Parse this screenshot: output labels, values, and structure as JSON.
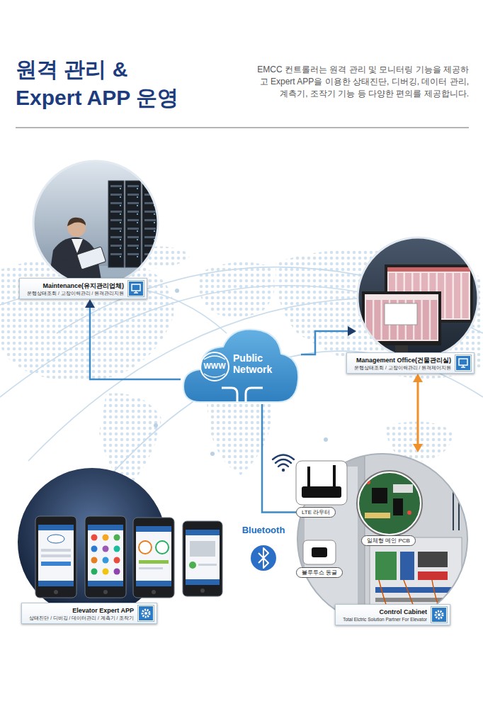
{
  "diagram": {
    "title": "원격 관리 & Expert APP 운영",
    "nodes": [
      {
        "text": [
          "Maintenance(유지관리업체)",
          "운행상태조회 / 고장이력관리 / 원격관리지원"
        ]
      },
      {
        "text": [
          "WWW",
          "Public Network"
        ]
      },
      {
        "text": [
          "Management Office(건물관리실)",
          "운행상태조회 / 고장이력관리 / 원격제어지원"
        ]
      },
      {
        "text": [
          "Elevator Expert APP",
          "상태진단 / 디버깅 / 데이터관리 / 계측기 / 조작기"
        ]
      },
      {
        "text": [
          "Control Cabinet",
          "Total Elctric Solution Partner For Elevator"
        ]
      },
      {
        "text": [
          "LTE 라우터"
        ],
        "in": 4
      },
      {
        "text": [
          "일체형 메인 PCB"
        ],
        "in": 4
      },
      {
        "text": [
          "블루투스 동글"
        ],
        "in": 4
      },
      {
        "text": [
          "Bluetooth"
        ]
      }
    ],
    "edges": [
      {
        "from": 1,
        "to": 0,
        "arrow": "to"
      },
      {
        "from": 1,
        "to": 2,
        "arrow": "to"
      },
      {
        "from": 2,
        "to": 4,
        "arrow": "both"
      },
      {
        "from": 1,
        "to": 5,
        "arrow": "none"
      }
    ],
    "labels": [
      "EMCC 컨트롤러는 원격 관리 및 모니터링 기능을 제공하고 Expert APP을 이용한 상태진단, 디버깅, 데이터 관리, 계측기, 조작기 기능 등 다양한 편의를 제공합니다."
    ]
  }
}
